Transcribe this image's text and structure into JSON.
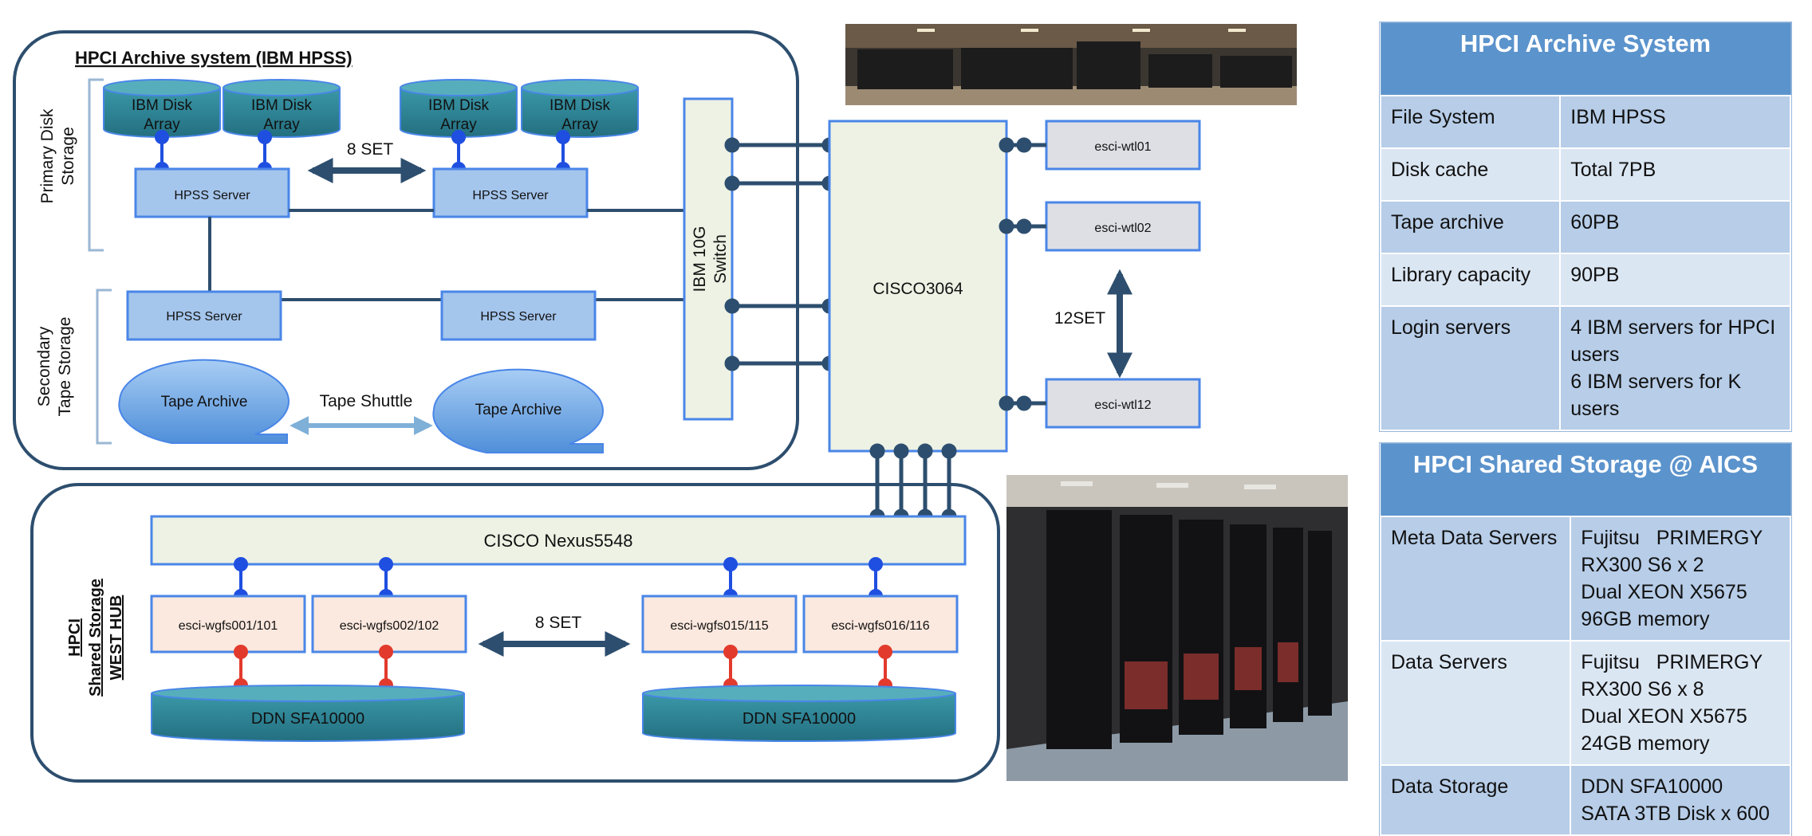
{
  "archive": {
    "title": "HPCI Archive system (IBM HPSS)",
    "primary_label": [
      "Primary Disk",
      "Storage"
    ],
    "secondary_label": [
      "Secondary",
      "Tape Storage"
    ],
    "disk_array": [
      "IBM Disk",
      "Array"
    ],
    "hpss_server": "HPSS Server",
    "primary_set_label": "8 SET",
    "tape_archive": "Tape Archive",
    "tape_shuttle": "Tape Shuttle",
    "switch_label": [
      "IBM 10G",
      "Switch"
    ]
  },
  "network": {
    "core_switch": "CISCO3064",
    "login_servers": [
      "esci-wtl01",
      "esci-wtl02",
      "esci-wtl12"
    ],
    "login_set_label": "12SET"
  },
  "shared": {
    "label": [
      "HPCI",
      "Shared Storage",
      "WEST HUB"
    ],
    "nexus": "CISCO Nexus5548",
    "servers": [
      "esci-wgfs001/101",
      "esci-wgfs002/102",
      "esci-wgfs015/115",
      "esci-wgfs016/116"
    ],
    "set_label": "8 SET",
    "storage": [
      "DDN SFA10000",
      "DDN SFA10000"
    ]
  },
  "archive_table": {
    "title": "HPCI Archive System",
    "rows": [
      {
        "key": "File System",
        "value": [
          "IBM HPSS"
        ]
      },
      {
        "key": "Disk cache",
        "value": [
          "Total 7PB"
        ]
      },
      {
        "key": "Tape archive",
        "value": [
          "60PB"
        ]
      },
      {
        "key": "Library capacity",
        "value": [
          "90PB"
        ]
      },
      {
        "key": "Login servers",
        "value": [
          "4 IBM servers for HPCI",
          "users",
          "6 IBM servers for K",
          "users"
        ]
      }
    ]
  },
  "storage_table": {
    "title": "HPCI Shared Storage @ AICS",
    "rows": [
      {
        "key": "Meta Data Servers",
        "value": [
          "Fujitsu   PRIMERGY",
          "RX300 S6 x 2",
          "Dual XEON X5675",
          "96GB memory"
        ]
      },
      {
        "key": "Data Servers",
        "value": [
          "Fujitsu   PRIMERGY",
          "RX300 S6 x 8",
          "Dual XEON X5675",
          "24GB memory"
        ]
      },
      {
        "key": "Data Storage",
        "value": [
          "DDN SFA10000",
          "SATA 3TB Disk x 600"
        ]
      }
    ]
  },
  "colors": {
    "line": "#2d4e6e",
    "box_blue": "#a4c5ec",
    "box_border": "#4a86e8",
    "disk_teal": "#2e8a9c",
    "tape_blue": "#5b9be0",
    "switch_fill": "#edf2e4",
    "server_peach": "#fbe8de",
    "red_link": "#e23a2c",
    "blue_link": "#1f4fe0",
    "table_head": "#5b93cc"
  }
}
